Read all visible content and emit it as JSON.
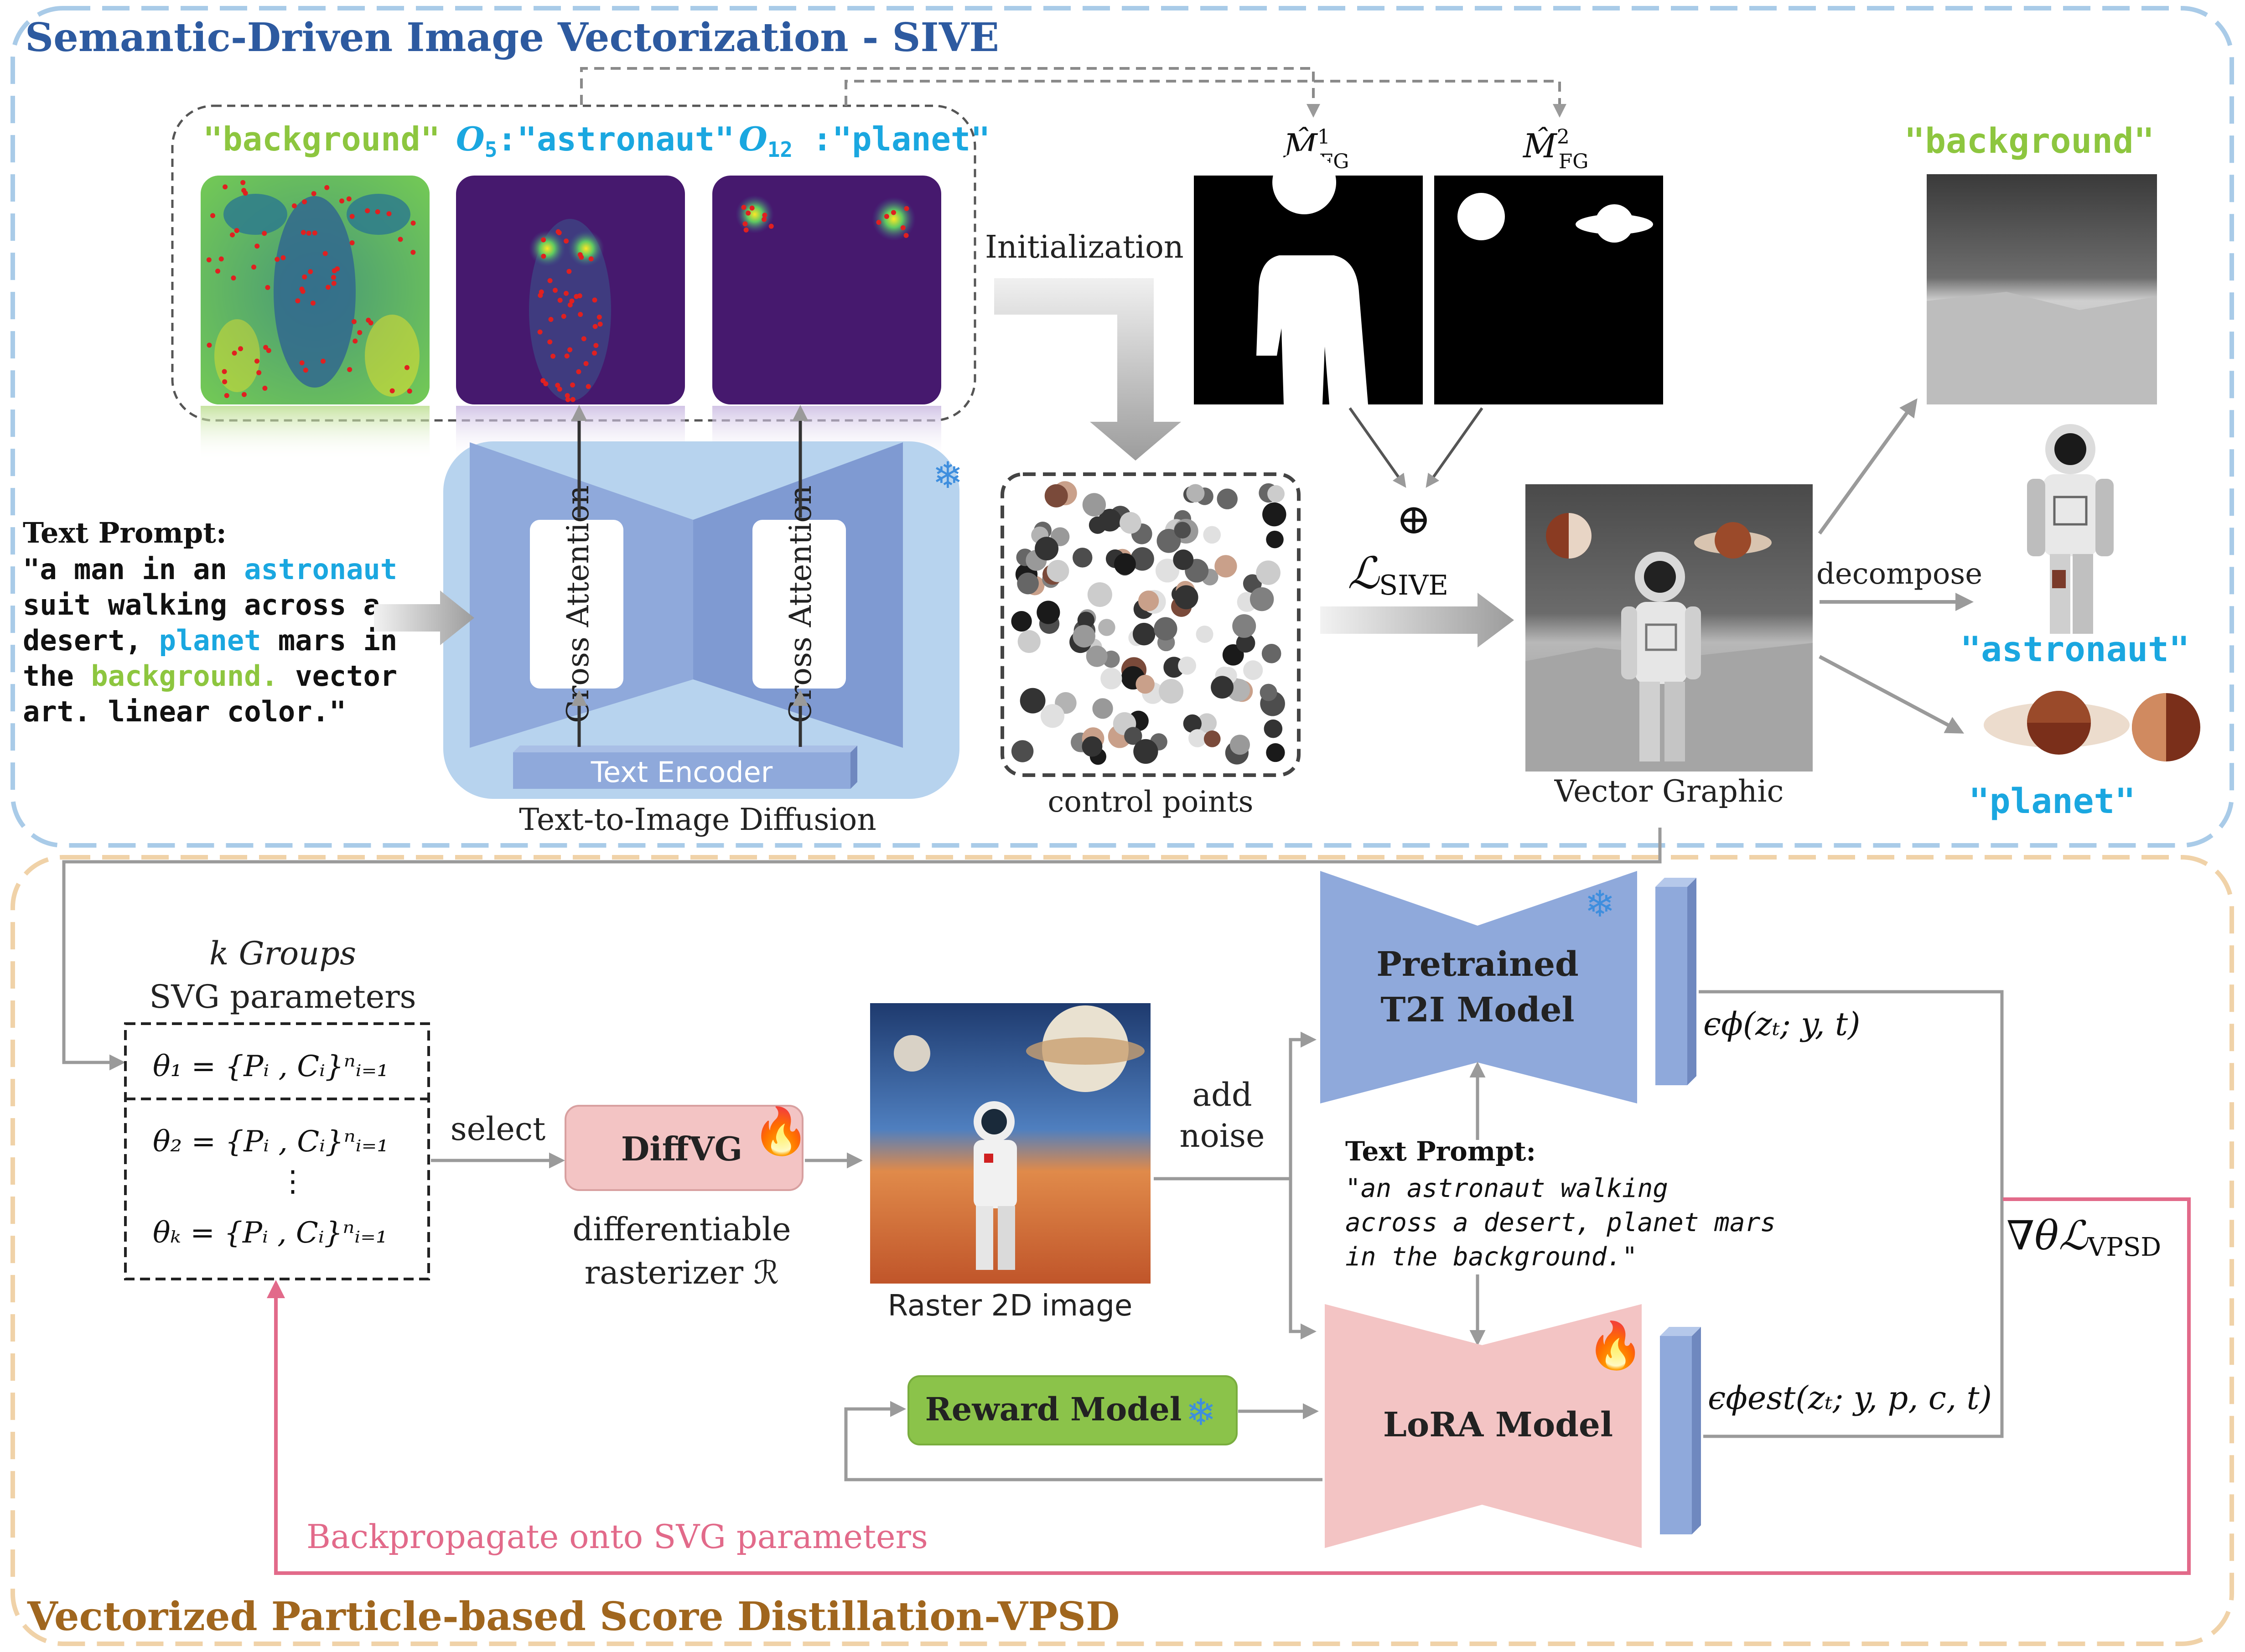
{
  "sive": {
    "title": "Semantic-Driven Image Vectorization - SIVE",
    "attn_labels": {
      "background": "\"background\"",
      "astronaut_prefix": "O",
      "astronaut_sub": "5",
      "astronaut_rest": ":\"astronaut\"",
      "planet_prefix": "O",
      "planet_sub": "12",
      "planet_rest": " :\"planet\""
    },
    "initialization": "Initialization",
    "mask_labels": [
      "M̂¹FG",
      "M̂²FG"
    ],
    "mask_label_main": "M̂",
    "mask_label_sup": [
      "1",
      "2"
    ],
    "mask_label_sub": "FG",
    "text_prompt_title": "Text Prompt:",
    "prompt_lines": [
      {
        "before": "\"a man in an ",
        "hl": "astronaut",
        "after": "",
        "hl_color": "#1aa7e0"
      },
      {
        "before": "suit walking across a",
        "hl": "",
        "after": ""
      },
      {
        "before": "desert, ",
        "hl": "planet",
        "after": " mars in",
        "hl_color": "#1aa7e0"
      },
      {
        "before": "the ",
        "hl": "background.",
        "after": " vector",
        "hl_color": "#8dc63f"
      },
      {
        "before": "art. linear color.\"",
        "hl": "",
        "after": ""
      }
    ],
    "cross_attention": "Cross Attention",
    "text_encoder": "Text Encoder",
    "t2i_caption": "Text-to-Image Diffusion",
    "control_points": "control points",
    "oplus": "⊕",
    "loss_sive": "ℒ",
    "loss_sive_sub": "SIVE",
    "vector_graphic": "Vector Graphic",
    "decompose": "decompose",
    "out_background": "\"background\"",
    "out_astronaut": "\"astronaut\"",
    "out_planet": "\"planet\""
  },
  "vpsd": {
    "title": "Vectorized Particle-based Score Distillation-VPSD",
    "k_groups_line1": "k Groups",
    "k_groups_line2": "SVG parameters",
    "theta_rows": [
      "θ₁ = {Pᵢ , Cᵢ}ⁿᵢ₌₁",
      "θ₂ = {Pᵢ , Cᵢ}ⁿᵢ₌₁",
      "⋮",
      "θₖ = {Pᵢ , Cᵢ}ⁿᵢ₌₁"
    ],
    "select": "select",
    "diffvg": "DiffVG",
    "diff_rast_1": "differentiable",
    "diff_rast_2": "rasterizer ℛ",
    "raster_caption": "Raster 2D image",
    "add_noise_1": "add",
    "add_noise_2": "noise",
    "pretrained_1": "Pretrained",
    "pretrained_2": "T2I Model",
    "eps_phi": "ϵϕ(zₜ; y, t)",
    "prompt2_title": "Text Prompt:",
    "prompt2_lines": [
      "\"an astronaut walking",
      "across a desert, planet mars",
      "in the background.\""
    ],
    "grad_loss": "∇θℒ",
    "grad_loss_sub": "VPSD",
    "reward_model": "Reward Model",
    "lora_model": "LoRA Model",
    "eps_est": "ϵϕest(zₜ; y, p, c, t)",
    "backprop": "Backpropagate onto SVG parameters"
  },
  "colors": {
    "sive_title": "#2d5aa0",
    "vpsd_title": "#a0661e",
    "sive_border": "#a9cbe8",
    "vpsd_border": "#f0d2a8",
    "unet_blue": "#8fa9db",
    "unet_bg": "#b7d3ee",
    "lora_pink": "#f3c4c4",
    "reward_green": "#8bc34a",
    "backprop_pink": "#e26a8a",
    "cyan_label": "#1aa7e0",
    "green_label": "#8dc63f",
    "arrow_gray": "#a0a0a0"
  }
}
